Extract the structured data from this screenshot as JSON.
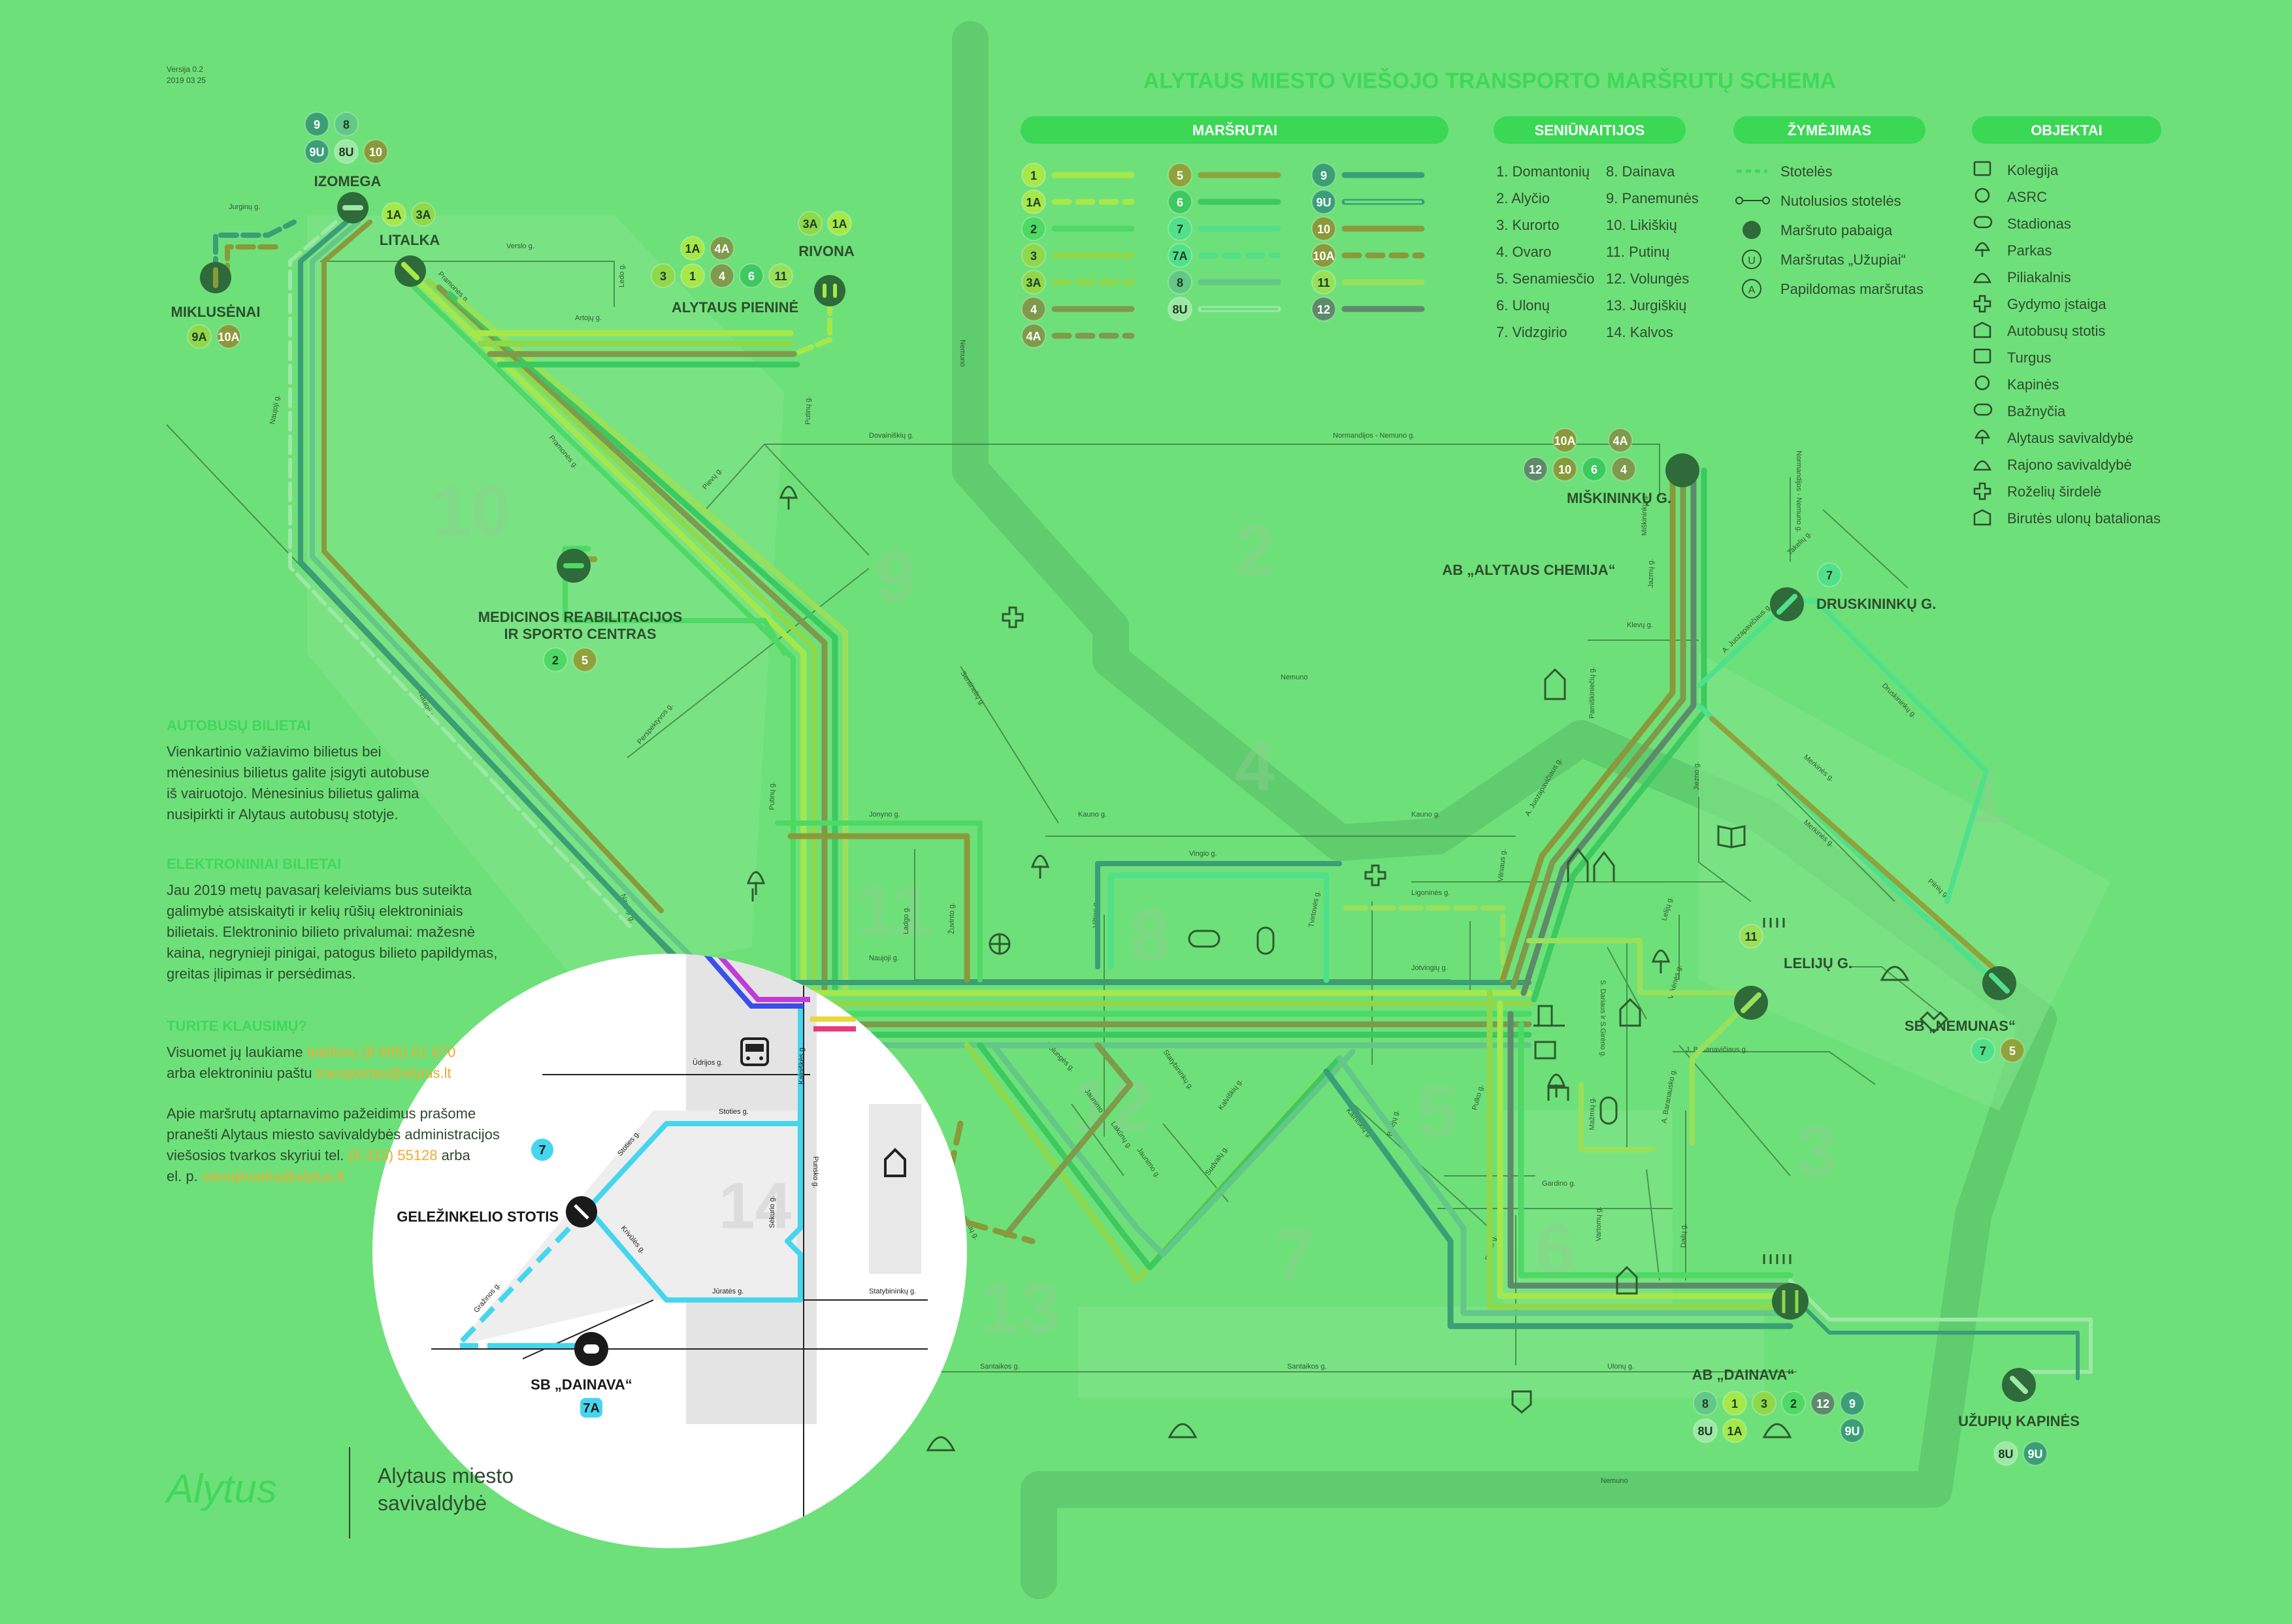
{
  "header": {
    "title": "ALYTAUS MIESTO VIEŠOJO TRANSPORTO MARŠRUTŲ SCHEMA",
    "version": "Versija 0.2",
    "date": "2019 03 25"
  },
  "colors": {
    "background": "#6ee07a",
    "header_pill": "#3ad855",
    "accent_text": "#3fd85a",
    "cyan_route": "#45d6ee",
    "dark_stop": "#1f3a25"
  },
  "legend": {
    "routes_header": "MARŠRUTAI",
    "routes": [
      {
        "label": "1",
        "color": "#a6e84a"
      },
      {
        "label": "1A",
        "color": "#a6e84a"
      },
      {
        "label": "2",
        "color": "#4dd964"
      },
      {
        "label": "3",
        "color": "#8ed84a"
      },
      {
        "label": "3A",
        "color": "#8ed84a"
      },
      {
        "label": "4",
        "color": "#7f9a4a"
      },
      {
        "label": "4A",
        "color": "#7f9a4a"
      },
      {
        "label": "5",
        "color": "#8fa33a"
      },
      {
        "label": "6",
        "color": "#3cc960"
      },
      {
        "label": "7",
        "color": "#50e08a"
      },
      {
        "label": "7A",
        "color": "#50e08a"
      },
      {
        "label": "8",
        "color": "#62c787"
      },
      {
        "label": "8U",
        "color": "#9ee8a6"
      },
      {
        "label": "9",
        "color": "#3a9e76"
      },
      {
        "label": "9U",
        "color": "#3a9e76"
      },
      {
        "label": "10",
        "color": "#8a9a3a"
      },
      {
        "label": "10A",
        "color": "#8a9a3a"
      },
      {
        "label": "11",
        "color": "#99e05a"
      },
      {
        "label": "12",
        "color": "#5d8a6b"
      }
    ],
    "districts_header": "SENIŪNAITIJOS",
    "districts_col1": [
      "1. Domantonių",
      "2. Alyčio",
      "3. Kurorto",
      "4. Ovaro",
      "5. Senamiesčio",
      "6. Ulonų",
      "7. Vidzgirio"
    ],
    "districts_col2": [
      "8. Dainava",
      "9. Panemunės",
      "10. Likiškių",
      "11. Putinų",
      "12. Volungės",
      "13. Jurgiškių",
      "14. Kalvos"
    ],
    "markings_header": "ŽYMĖJIMAS",
    "markings": [
      "Stotelės",
      "Nutolusios stotelės",
      "Maršruto pabaiga",
      "Maršrutas „Užupiai“",
      "Papildomas maršrutas"
    ],
    "marking_letters": [
      "U",
      "A"
    ],
    "objects_header": "OBJEKTAI",
    "objects": [
      "Kolegija",
      "ASRC",
      "Stadionas",
      "Parkas",
      "Piliakalnis",
      "Gydymo įstaiga",
      "Autobusų stotis",
      "Turgus",
      "Kapinės",
      "Bažnyčia",
      "Alytaus savivaldybė",
      "Rajono savivaldybė",
      "Roželių širdelė",
      "Birutės ulonų batalionas"
    ],
    "object_icons": [
      "book-icon",
      "globe-icon",
      "stadium-icon",
      "tree-icon",
      "hill-icon",
      "cross-icon",
      "bus-icon",
      "market-icon",
      "graves-icon",
      "church-icon",
      "city-hall-icon",
      "district-hall-icon",
      "rose-heart-icon",
      "battalion-shield-icon"
    ]
  },
  "stops": [
    {
      "name": "IZOMEGA",
      "badges": [
        "9",
        "8",
        "9U",
        "8U",
        "10"
      ]
    },
    {
      "name": "LITALKA",
      "badges": [
        "1A",
        "3A"
      ]
    },
    {
      "name": "MIKLUSĖNAI",
      "badges": [
        "9A",
        "10A"
      ]
    },
    {
      "name": "ALYTAUS PIENINĖ",
      "badges": [
        "1A",
        "4A",
        "3",
        "1",
        "4",
        "6",
        "11"
      ]
    },
    {
      "name": "RIVONA",
      "badges": [
        "3A",
        "1A"
      ]
    },
    {
      "name": "MEDICINOS REABILITACIJOS",
      "name2": "IR SPORTO CENTRAS",
      "badges": [
        "2",
        "5"
      ]
    },
    {
      "name": "MIŠKININKŲ G.",
      "badges": [
        "10A",
        "4A",
        "12",
        "10",
        "6",
        "4"
      ]
    },
    {
      "name": "AB „ALYTAUS CHEMIJA“",
      "badges": []
    },
    {
      "name": "DRUSKININKŲ G.",
      "badges": [
        "7"
      ]
    },
    {
      "name": "LELIJŲ G.",
      "badges": [
        "11"
      ]
    },
    {
      "name": "SB „NEMUNAS“",
      "badges": [
        "7",
        "5"
      ]
    },
    {
      "name": "AB „DAINAVA“",
      "badges": [
        "8",
        "1",
        "3",
        "2",
        "12",
        "9",
        "8U",
        "1A",
        "9U"
      ]
    },
    {
      "name": "UŽUPIŲ KAPINĖS",
      "badges": [
        "8U",
        "9U"
      ]
    },
    {
      "name": "GELEŽINKELIO STOTIS",
      "badges": [
        "7"
      ]
    },
    {
      "name": "SB „DAINAVA“",
      "badges": [
        "7A"
      ]
    }
  ],
  "streets": [
    "Jurginų g.",
    "Verslo g.",
    "Ledo g.",
    "Artojų g.",
    "Pramonės g.",
    "Pramonės g.",
    "Naujoji g.",
    "Pievų g.",
    "Putinų g.",
    "Dovainiškių g.",
    "Normandijos - Nemuno g.",
    "Normandijos - Nemuno g.",
    "Perspektyvos g.",
    "Sentinelių g.",
    "Naujoji g.",
    "Putinų g.",
    "Jonyno g.",
    "Kauno g.",
    "Kauno g.",
    "Vingio g.",
    "Ligoninės g.",
    "Jotvingių g.",
    "Naujoji g.",
    "Ladgo g.",
    "Žuvinto g.",
    "Vilties g.",
    "Tvirtovės g.",
    "Miškininkų g.",
    "Jazmų g.",
    "Klevų g.",
    "A. Juozapavičiaus g.",
    "Takelių g.",
    "Druskininkų g.",
    "Pamiškiniečių g.",
    "A. Juozapavičiaus g.",
    "Merkinės g.",
    "Merkinės g.",
    "Jiezno g.",
    "Vilniaus g.",
    "Pilnių g.",
    "Lelijų g.",
    "S. Dariaus ir S.Girėno g.",
    "Vilkėnės g.",
    "J. Basanavičiaus g.",
    "Jaunimo g.",
    "Statybininkų g.",
    "Lakūnų g.",
    "Volungės g.",
    "Jaunimo g.",
    "Sudvalų g.",
    "Kalviškių g.",
    "Pulko g.",
    "Biliejų g.",
    "Mažmių g.",
    "A. Baranausko g.",
    "Kalniškių g.",
    "Gardino g.",
    "Pulko g.",
    "Vartomų g.",
    "Dailų g.",
    "Santaikos g.",
    "Santaikos g.",
    "Ulonų g.",
    "Jurgiškių g.",
    "Naujoji g.",
    "Ūdrijos g.",
    "Kalniškės g.",
    "Stoties g.",
    "Stoties g.",
    "Punsko g.",
    "Krivūlės g.",
    "Sėkurio g.",
    "Gražinos g.",
    "Jūratės g.",
    "Statybininkų g.",
    "Nemuno"
  ],
  "districts": [
    "1",
    "2",
    "3",
    "4",
    "5",
    "6",
    "7",
    "8",
    "9",
    "10",
    "11",
    "12",
    "13",
    "14"
  ],
  "info": {
    "bus_tickets": {
      "heading": "AUTOBUSŲ BILIETAI",
      "lines": [
        "Vienkartinio važiavimo bilietus bei",
        "mėnesinius bilietus galite įsigyti autobuse",
        "iš vairuotojo. Mėnesinius bilietus galima",
        "nusipirkti ir Alytaus autobusų stotyje."
      ]
    },
    "electronic_tickets": {
      "heading": "ELEKTRONINIAI BILIETAI",
      "lines": [
        "Jau 2019 metų pavasarį keleiviams bus suteikta",
        "galimybė atsiskaityti ir kelių rūšių elektroniniais",
        "bilietais. Elektroninio bilieto privalumai: mažesnė",
        "kaina, negrynieji pinigai, patogus bilieto papildymas,",
        "greitas įlipimas ir persėdimas."
      ]
    },
    "questions": {
      "heading": "TURITE KLAUSIMŲ?",
      "line1_prefix": "Visuomet jų laukiame ",
      "phone_link": "telefonu (8 685) 61 670",
      "line2_prefix": "arba elektroniniu paštu ",
      "email_link": "transportas@alytus.lt",
      "report_lines": [
        "Apie maršrutų aptarnavimo pažeidimus prašome",
        "pranešti Alytaus miesto savivaldybės administracijos"
      ],
      "report_line3_prefix": "viešosios tvarkos skyriui tel. ",
      "report_phone": "(8 315) 55128",
      "report_line3_suffix": " arba",
      "report_line4_prefix": "el. p. ",
      "report_email": "viesojitvarka@alytus.lt"
    }
  },
  "logo": {
    "script": "Alytus",
    "line1": "Alytaus miesto",
    "line2": "savivaldybė"
  }
}
